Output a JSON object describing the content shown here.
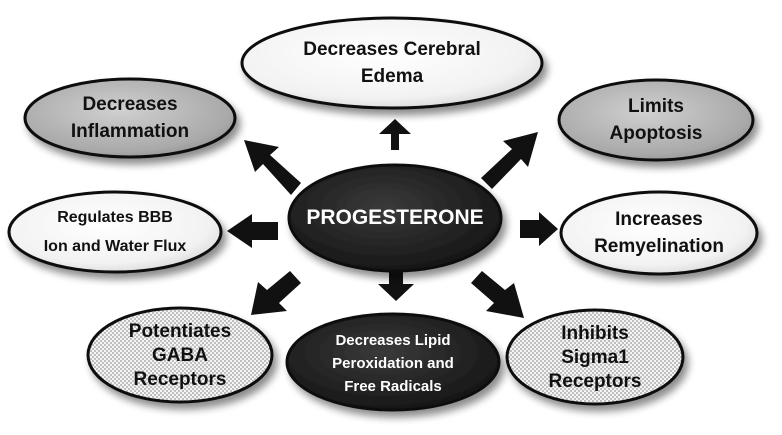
{
  "center": {
    "label": "PROGESTERONE"
  },
  "effects": {
    "top": {
      "lines": [
        "Decreases  Cerebral",
        "Edema"
      ]
    },
    "upper_left": {
      "lines": [
        "Decreases",
        "Inflammation"
      ]
    },
    "upper_right": {
      "lines": [
        "Limits",
        "Apoptosis"
      ]
    },
    "left": {
      "lines": [
        "Regulates  BBB",
        "Ion  and  Water  Flux"
      ]
    },
    "right": {
      "lines": [
        "Increases",
        "Remyelination"
      ]
    },
    "bottom_left": {
      "lines": [
        "Potentiates",
        "GABA",
        "Receptors"
      ]
    },
    "bottom": {
      "lines": [
        "Decreases  Lipid",
        "Peroxidation  and",
        "Free  Radicals"
      ]
    },
    "bottom_right": {
      "lines": [
        "Inhibits",
        "Sigma1",
        "Receptors"
      ]
    }
  }
}
